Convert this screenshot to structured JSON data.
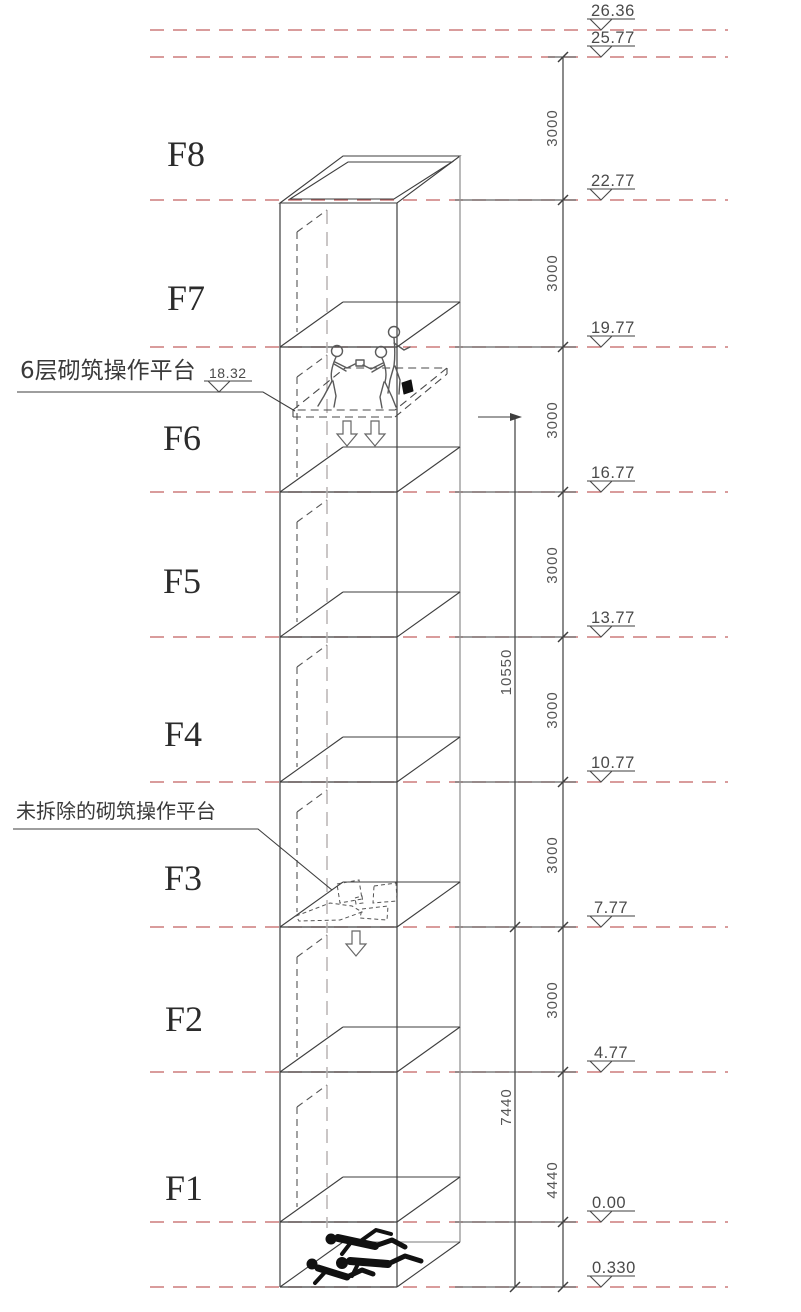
{
  "drawing_type": "construction-accident-elevation-diagram",
  "floors": [
    {
      "label": "F8"
    },
    {
      "label": "F7"
    },
    {
      "label": "F6"
    },
    {
      "label": "F5"
    },
    {
      "label": "F4"
    },
    {
      "label": "F3"
    },
    {
      "label": "F2"
    },
    {
      "label": "F1"
    }
  ],
  "levels": [
    "26.36",
    "25.77",
    "22.77",
    "19.77",
    "16.77",
    "13.77",
    "10.77",
    "7.77",
    "4.77",
    "0.00",
    "0.330"
  ],
  "dims": {
    "main": [
      "3000",
      "3000",
      "3000",
      "3000",
      "3000",
      "3000",
      "3000",
      "4440"
    ],
    "inner": [
      "10550",
      "7440"
    ]
  },
  "ann": {
    "platform6": {
      "text": "6层砌筑操作平台",
      "elevation": "18.32"
    },
    "undemolished": {
      "text": "未拆除的砌筑操作平台"
    }
  },
  "colors": {
    "red_level_line": "#c26161",
    "drawing_line": "#3e3e3e",
    "secondary_grey": "#959595"
  }
}
